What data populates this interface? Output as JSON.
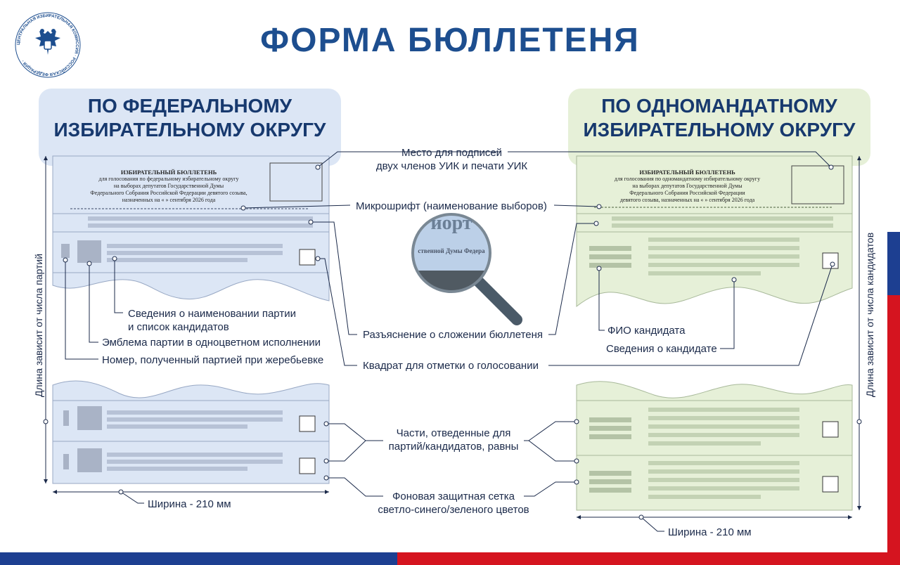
{
  "title": "ФОРМА БЮЛЛЕТЕНЯ",
  "logo": {
    "text": "ЦЕНТРАЛЬНАЯ ИЗБИРАТЕЛЬНАЯ КОМИССИЯ · РОССИЙСКАЯ ФЕДЕРАЦИЯ ·",
    "icon": "double-headed-eagle-emblem"
  },
  "federal": {
    "heading_line1": "ПО ФЕДЕРАЛЬНОМУ",
    "heading_line2": "ИЗБИРАТЕЛЬНОМУ ОКРУГУ",
    "ballot_title": "ИЗБИРАТЕЛЬНЫЙ БЮЛЛЕТЕНЬ",
    "ballot_l1": "для голосования по федеральному избирательному округу",
    "ballot_l2": "на выборах депутатов Государственной Думы",
    "ballot_l3": "Федерального Собрания Российской Федерации девятого созыва,",
    "ballot_l4": "назначенных на «   » сентября 2026 года",
    "length": "Длина зависит от числа партий",
    "width": "Ширина - 210 мм"
  },
  "single": {
    "heading_line1": "ПО ОДНОМАНДАТНОМУ",
    "heading_line2": "ИЗБИРАТЕЛЬНОМУ ОКРУГУ",
    "ballot_title": "ИЗБИРАТЕЛЬНЫЙ БЮЛЛЕТЕНЬ",
    "ballot_l1": "для голосования по одномандатному избирательному округу",
    "ballot_l2": "на выборах депутатов Государственной Думы",
    "ballot_l3": "Федерального Собрания Российской Федерации",
    "ballot_l4": "девятого созыва, назначенных на «   » сентября 2026 года",
    "length": "Длина зависит от числа кандидатов",
    "width": "Ширина - 210 мм"
  },
  "annotations": {
    "signatures_l1": "Место для подписей",
    "signatures_l2": "двух членов УИК и печати УИК",
    "microfont": "Микрошрифт (наименование выборов)",
    "magnifier_l1": "иорт",
    "magnifier_l2": "ственной Думы Федера",
    "party_info_l1": "Сведения о наименовании партии",
    "party_info_l2": "и список кандидатов",
    "emblem": "Эмблема партии в одноцветном исполнении",
    "number": "Номер, полученный партией при жеребьевке",
    "explanation": "Разъяснение о сложении бюллетеня",
    "square": "Квадрат для отметки о голосовании",
    "fio": "ФИО кандидата",
    "candidate_info": "Сведения о кандидате",
    "parts_l1": "Части, отведенные для",
    "parts_l2": "партий/кандидатов, равны",
    "bg_l1": "Фоновая защитная сетка",
    "bg_l2": "светло-синего/зеленого цветов"
  },
  "colors": {
    "title": "#1d4e8f",
    "federal_bg": "#dce6f5",
    "single_bg": "#e6f0d8",
    "flag_blue": "#1d3f91",
    "flag_red": "#d5141f"
  }
}
